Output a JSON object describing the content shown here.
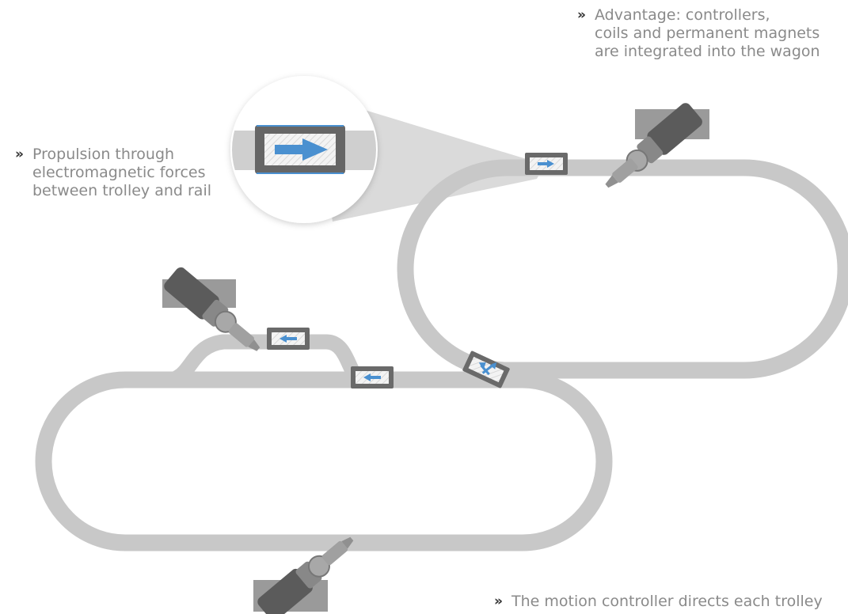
{
  "callouts": {
    "marker": "»",
    "advantage": [
      "Advantage: controllers,",
      "coils and permanent magnets",
      "are integrated into the wagon"
    ],
    "propulsion": [
      "Propulsion through",
      "electromagnetic forces",
      "between trolley and rail"
    ],
    "motion": [
      "The motion controller directs each trolley"
    ]
  },
  "colors": {
    "track": "#c8c8c8",
    "trolley_frame": "#6a6a6a",
    "arrow": "#4a90d0",
    "robot_dark": "#5b5b5b",
    "robot_base": "#9a9a9a",
    "magnifier_cone": "#d8d8d8",
    "callout_text": "#8a8a8a"
  },
  "icons": {
    "trolley": "trolley-with-direction-arrow",
    "robot": "robot-arm",
    "magnifier": "zoom-detail-circle"
  }
}
